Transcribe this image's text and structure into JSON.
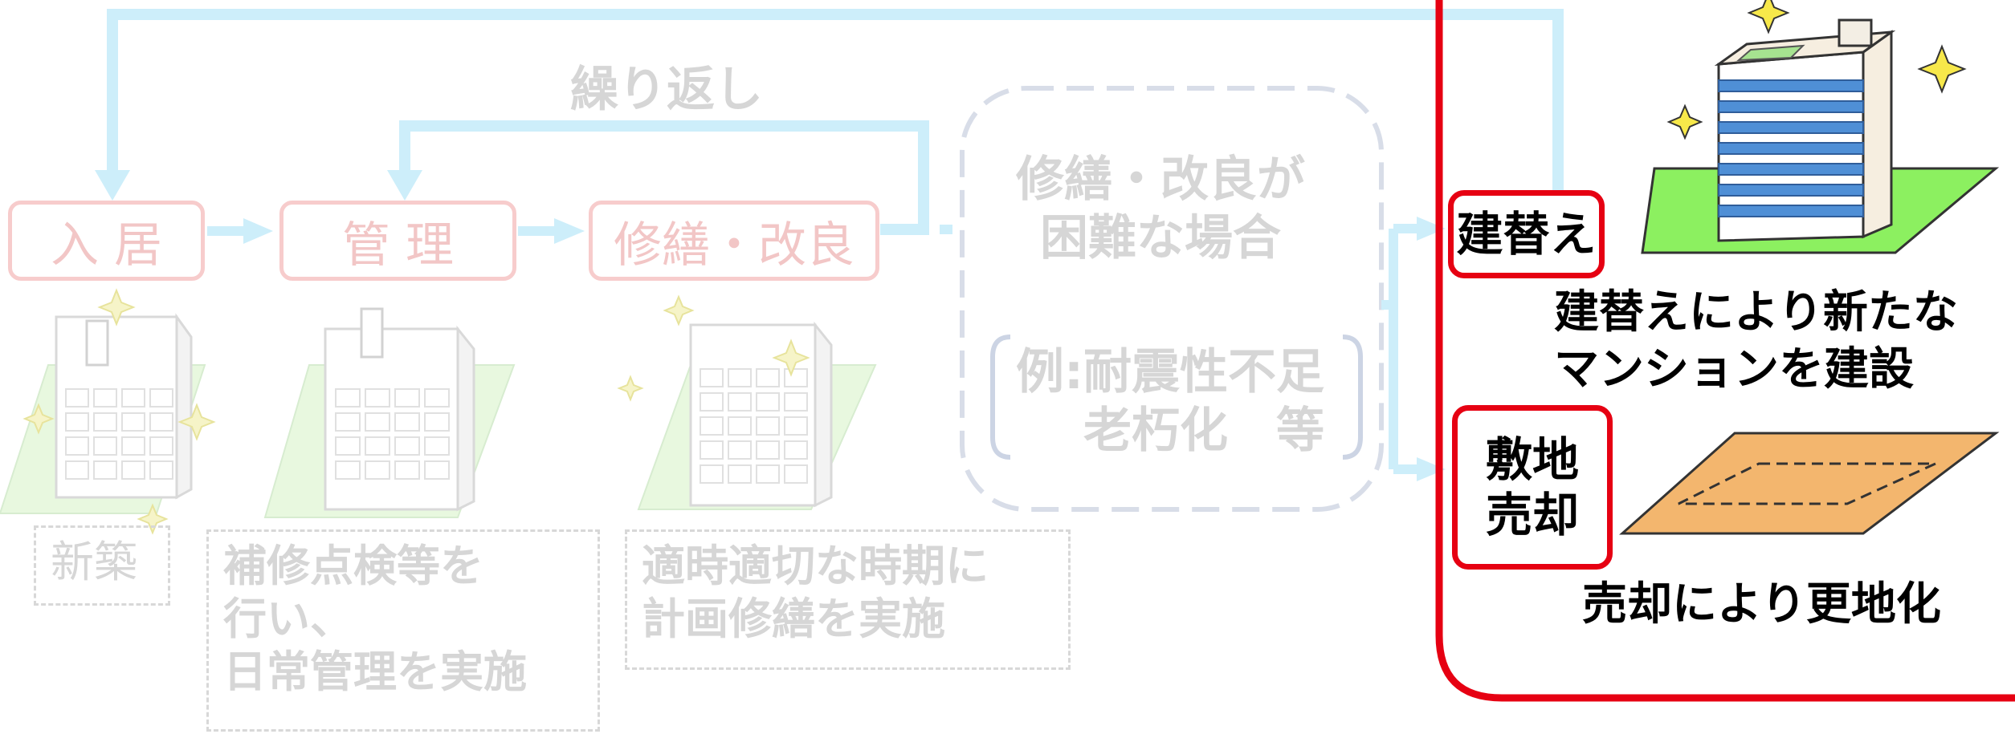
{
  "cycle_label": "繰り返し",
  "stages": [
    {
      "label": "入 居",
      "note": "新築"
    },
    {
      "label": "管 理",
      "note": "補修点検等を\n行い、\n日常管理を実施"
    },
    {
      "label": "修繕・改良",
      "note": "適時適切な時期に\n計画修繕を実施"
    }
  ],
  "difficult_case": {
    "title": "修繕・改良が\n困難な場合",
    "example": "例:耐震性不足\n老朽化　等"
  },
  "options": [
    {
      "label": "建替え",
      "result": "建替えにより新たな\nマンションを建設"
    },
    {
      "label": "敷地\n売却",
      "result": "売却により更地化"
    }
  ],
  "colors": {
    "arrow": "#cdeefa",
    "stage_border": "#f7cccc",
    "option_border": "#e60012",
    "panel_border": "#e60012",
    "faded_text": "#d6d6d6",
    "land_green": "#8cf060",
    "lot_orange": "#f3b66e",
    "window_blue": "#4f8fd6"
  }
}
